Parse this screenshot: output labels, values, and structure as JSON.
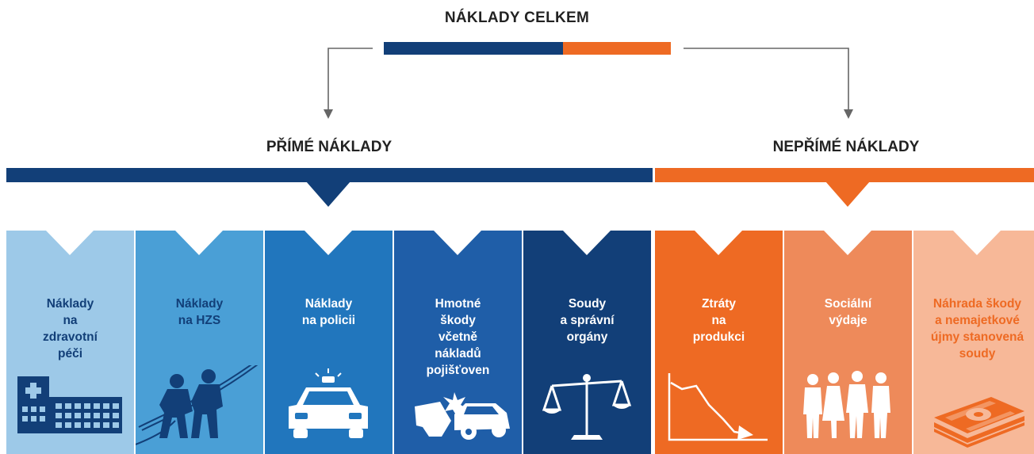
{
  "total": {
    "title": "NÁKLADY CELKEM",
    "colors": {
      "direct": "#123f78",
      "indirect": "#ee6a23"
    }
  },
  "direct": {
    "title": "PŘÍMÉ NÁKLADY",
    "color": "#123f78"
  },
  "indirect": {
    "title": "NEPŘÍMÉ NÁKLADY",
    "color": "#ee6a23"
  },
  "cards": [
    {
      "label": "Náklady\nna\nzdravotní\npéči",
      "bg": "#9dc9e8",
      "text_color": "#123f78",
      "icon": "hospital-icon"
    },
    {
      "label": "Náklady\nna HZS",
      "bg": "#4a9fd6",
      "text_color": "#123f78",
      "icon": "firefighters-icon"
    },
    {
      "label": "Náklady\nna policii",
      "bg": "#2176bd",
      "text_color": "#ffffff",
      "icon": "police-car-icon"
    },
    {
      "label": "Hmotné\nškody\nvčetně\nnákladů\npojišťoven",
      "bg": "#1f5ea8",
      "text_color": "#ffffff",
      "icon": "car-crash-icon"
    },
    {
      "label": "Soudy\na správní\norgány",
      "bg": "#123f78",
      "text_color": "#ffffff",
      "icon": "scales-icon"
    },
    {
      "label": "Ztráty\nna\nprodukci",
      "bg": "#ee6a23",
      "text_color": "#ffffff",
      "icon": "declining-chart-icon"
    },
    {
      "label": "Sociální\nvýdaje",
      "bg": "#ee8a5a",
      "text_color": "#ffffff",
      "icon": "people-icon"
    },
    {
      "label": "Náhrada škody\na nemajetkové\nújmy stanovená\nsoudy",
      "bg": "#f7b898",
      "text_color": "#ee6a23",
      "icon": "money-stack-icon"
    }
  ]
}
